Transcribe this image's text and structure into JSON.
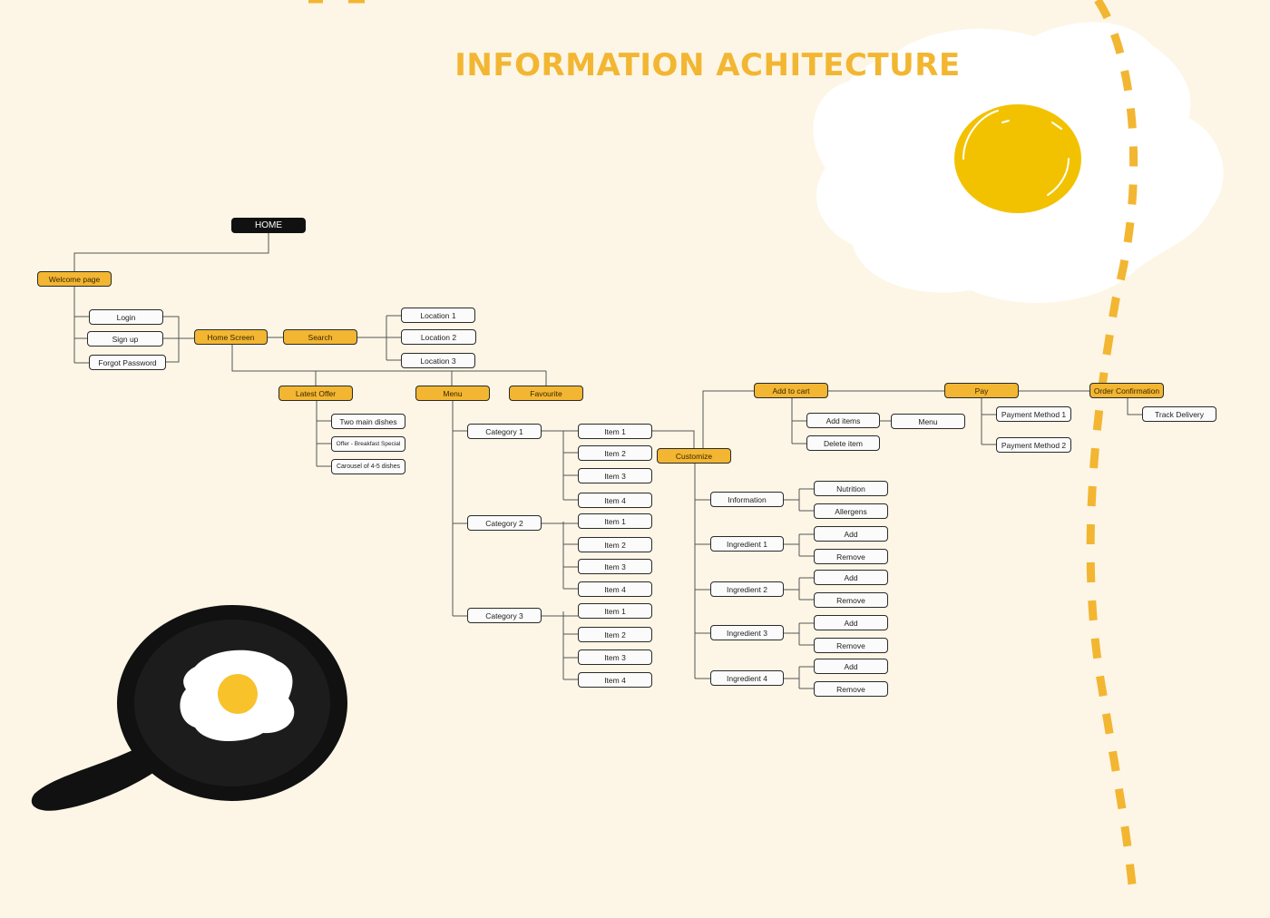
{
  "title": "INFORMATION ACHITECTURE",
  "colors": {
    "accent": "#f2b632",
    "background": "#fdf6e6",
    "root": "#111111",
    "yolk": "#f2c200",
    "pan": "#111111"
  },
  "nodes": {
    "home": "HOME",
    "welcome": "Welcome page",
    "login": "Login",
    "signup": "Sign up",
    "forgot": "Forgot Password",
    "homescreen": "Home Screen",
    "search": "Search",
    "loc1": "Location 1",
    "loc2": "Location 2",
    "loc3": "Location 3",
    "latest": "Latest Offer",
    "menu": "Menu",
    "fav": "Favourite",
    "offer_two": "Two main dishes",
    "offer_bfast": "Offer - Breakfast Special",
    "offer_carousel": "Carousel of 4-5 dishes",
    "cat1": "Category 1",
    "cat2": "Category 2",
    "cat3": "Category 3",
    "item1": "Item 1",
    "item2": "Item 2",
    "item3": "Item 3",
    "item4": "Item 4",
    "customize": "Customize",
    "information": "Information",
    "nutrition": "Nutrition",
    "allergens": "Allergens",
    "ing1": "Ingredient 1",
    "ing2": "Ingredient 2",
    "ing3": "Ingredient 3",
    "ing4": "Ingredient 4",
    "add": "Add",
    "remove": "Remove",
    "cart": "Add to cart",
    "additems": "Add items",
    "cart_menu": "Menu",
    "delete": "Delete item",
    "pay": "Pay",
    "pm1": "Payment Method 1",
    "pm2": "Payment Method 2",
    "confirm": "Order Confirmation",
    "track": "Track Delivery"
  }
}
